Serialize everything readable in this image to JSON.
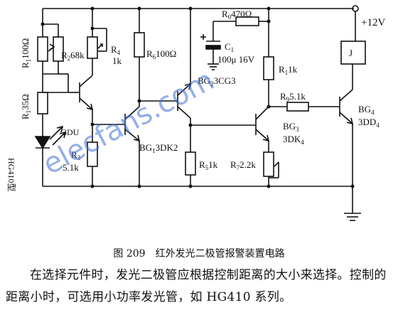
{
  "labels": {
    "supply": "+12V",
    "r1": "R",
    "r1_sub": "1",
    "r1_val": "100Ω",
    "r2": "R",
    "r2_sub": "2",
    "r2_val": "68k",
    "r1b": "R",
    "r1b_sub": "1",
    "r1b_val": "35Ω",
    "led": "3DU",
    "hg": "HG410型",
    "r3": "R",
    "r3_sub": "3",
    "r3_val": "5.1k",
    "r4": "R",
    "r4_sub": "4",
    "r4_val": "1k",
    "r6": "R",
    "r6_sub": "6",
    "r6_val": "100Ω",
    "r0": "R",
    "r0_sub": "0",
    "r0_val": "470Ω",
    "c1": "C",
    "c1_sub": "1",
    "c1_val": "100μ 16V",
    "r11": "R",
    "r11_sub": "1",
    "r11_val": "1k",
    "r9": "R",
    "r9_sub": "9",
    "r9_val": "5.1k",
    "bg1": "BG",
    "bg1_sub": "1",
    "bg1_val": "3DK2",
    "bg2": "BG",
    "bg2_sub": "2",
    "bg2_val": "3CG3",
    "bg3": "BG",
    "bg3_sub": "3",
    "bg3_val_a": "3DK",
    "bg3_val_b": "4",
    "bg4": "BG",
    "bg4_sub": "4",
    "bg4_val": "3DD",
    "bg4_val_b": "4",
    "r5": "R",
    "r5_sub": "5",
    "r5_val": "1k",
    "r7": "R",
    "r7_sub": "7",
    "r7_val": "2.2k",
    "relay": "J",
    "watermark": "elecfans.com"
  },
  "caption": "图 209　红外发光二极管报警装置电路",
  "body_text": "在选择元件时，发光二极管应根据控制距离的大小来选择。控制的距离小时，可选用小功率发光管，如 HG410 系列。"
}
